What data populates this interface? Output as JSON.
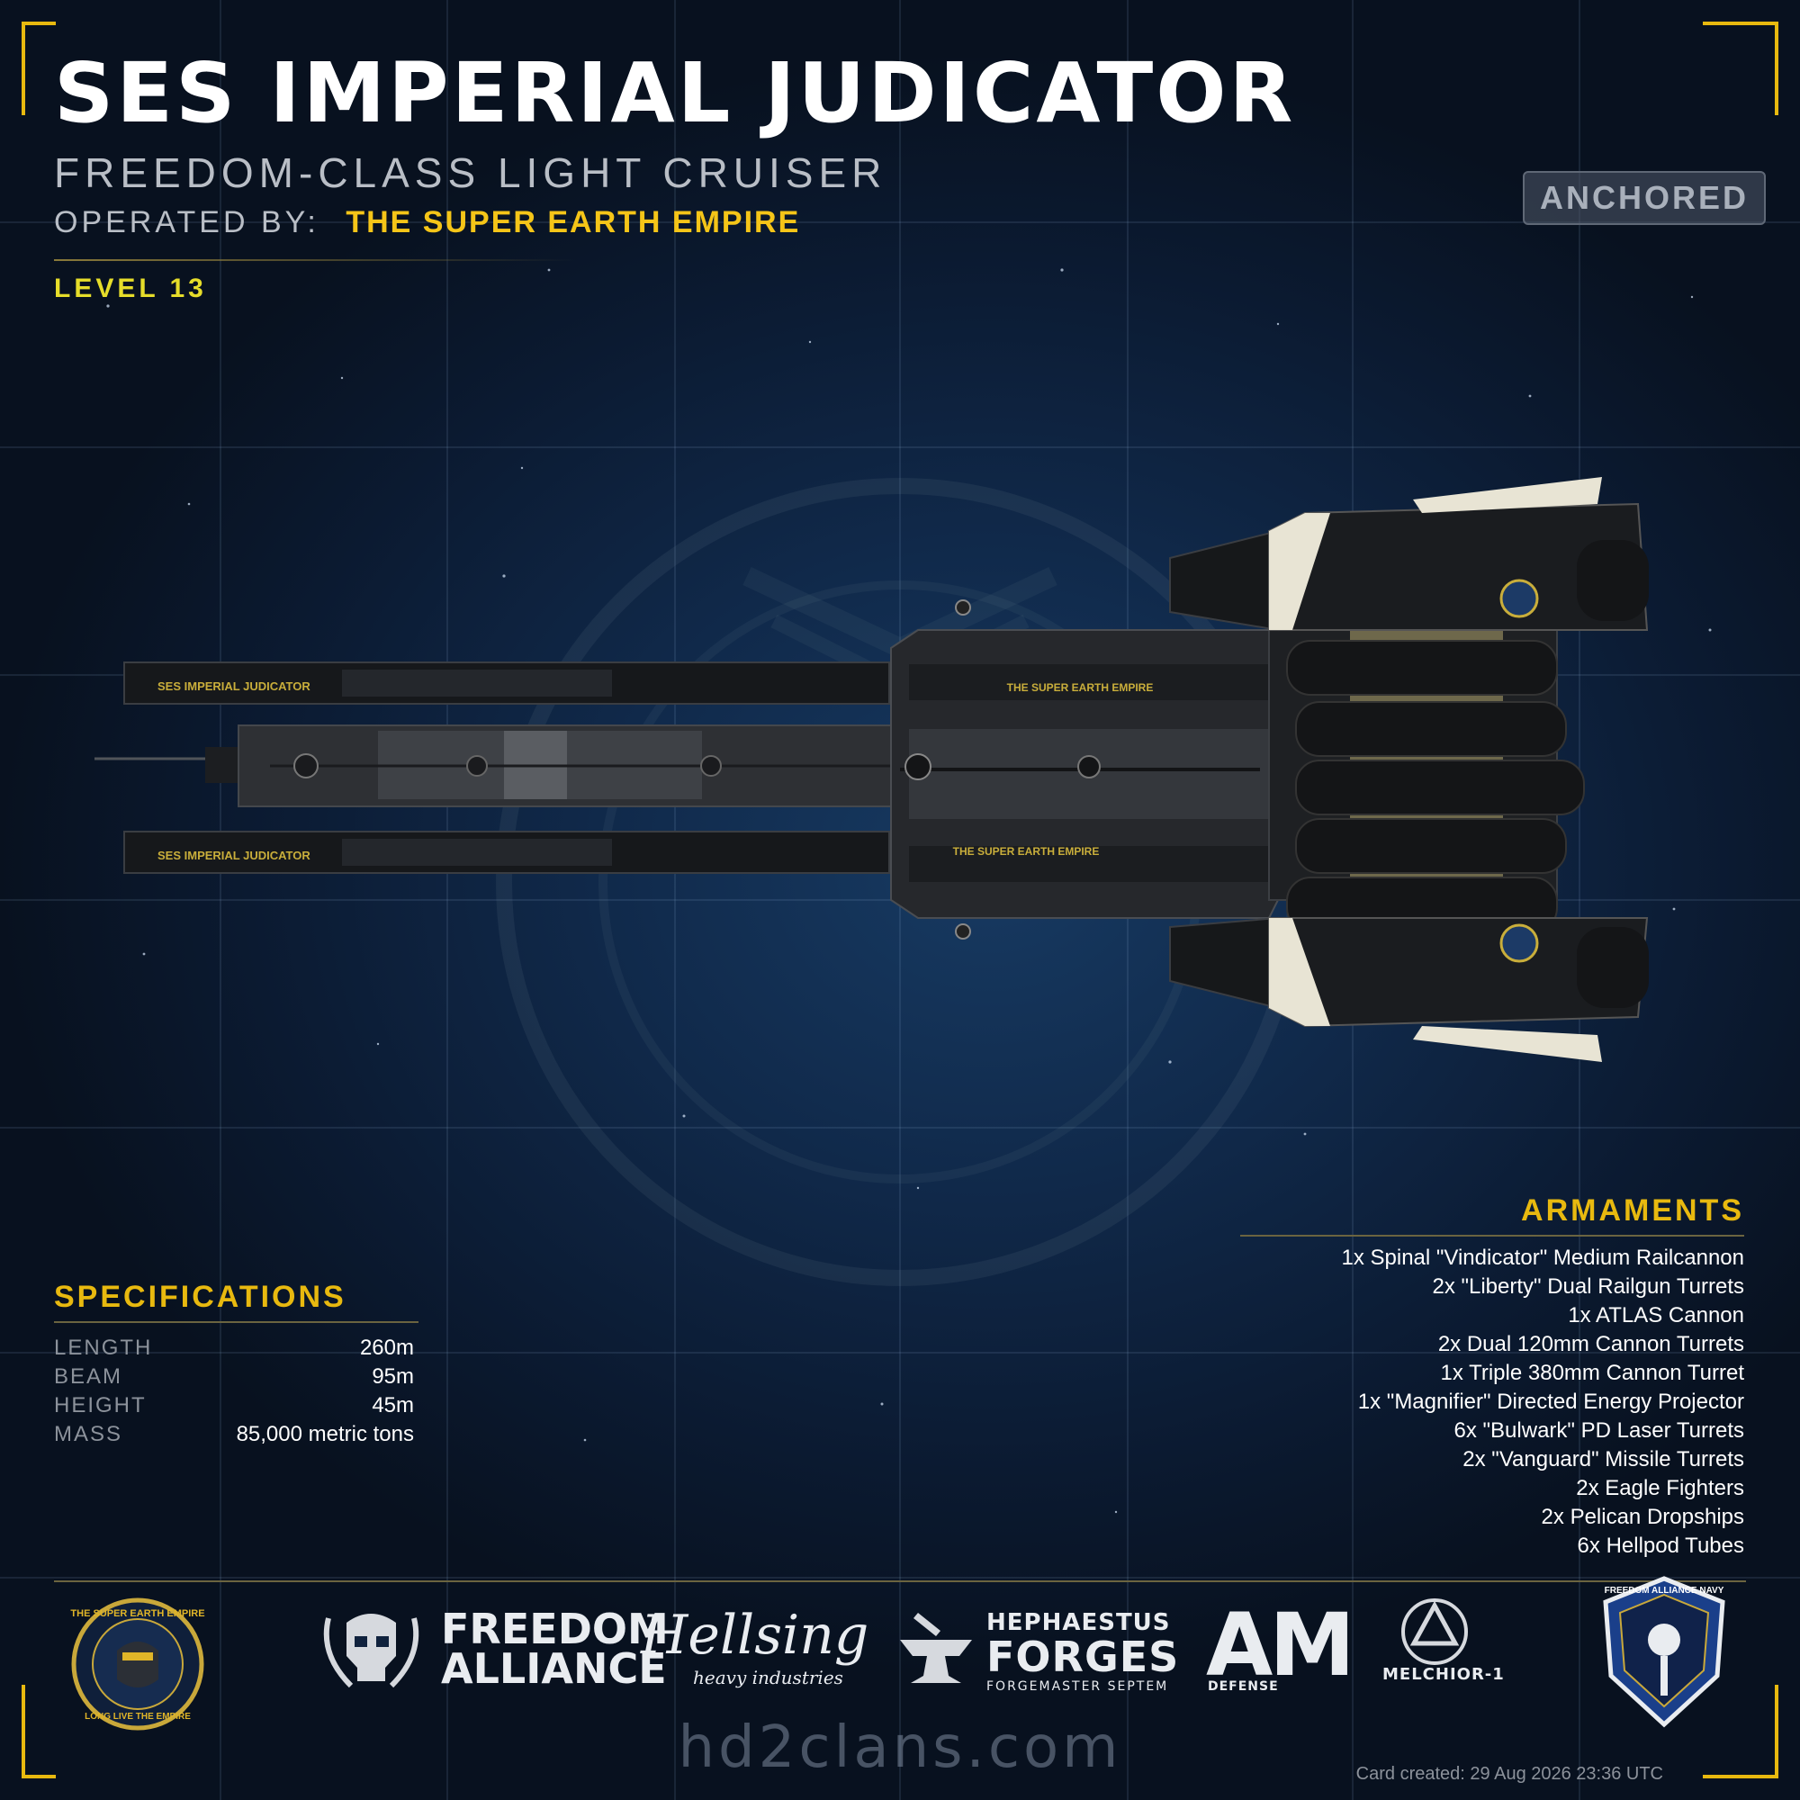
{
  "header": {
    "ship_name": "SES IMPERIAL JUDICATOR",
    "ship_class": "FREEDOM-CLASS LIGHT CRUISER",
    "operated_by_label": "OPERATED BY:",
    "operated_by_value": "THE SUPER EARTH EMPIRE",
    "level": "LEVEL 13",
    "status": "ANCHORED"
  },
  "ship": {
    "boom_label": "SES IMPERIAL JUDICATOR",
    "hull_label": "THE SUPER EARTH EMPIRE"
  },
  "specifications": {
    "heading": "SPECIFICATIONS",
    "rows": [
      {
        "label": "LENGTH",
        "value": "260m"
      },
      {
        "label": "BEAM",
        "value": "95m"
      },
      {
        "label": "HEIGHT",
        "value": "45m"
      },
      {
        "label": "MASS",
        "value": "85,000 metric tons"
      }
    ]
  },
  "armaments": {
    "heading": "ARMAMENTS",
    "items": [
      "1x Spinal \"Vindicator\" Medium Railcannon",
      "2x \"Liberty\" Dual Railgun Turrets",
      "1x ATLAS Cannon",
      "2x Dual 120mm Cannon Turrets",
      "1x Triple 380mm Cannon Turret",
      "1x \"Magnifier\" Directed Energy Projector",
      "6x \"Bulwark\" PD Laser Turrets",
      "2x \"Vanguard\" Missile Turrets",
      "2x Eagle Fighters",
      "2x Pelican Dropships",
      "6x Hellpod Tubes"
    ]
  },
  "footer": {
    "emblem_top": "THE SUPER EARTH EMPIRE",
    "emblem_bottom": "LONG LIVE THE EMPIRE",
    "logos": [
      {
        "line1": "FREEDOM",
        "line2": "ALLIANCE"
      },
      {
        "line1": "Hellsing",
        "line2": "heavy industries"
      },
      {
        "line1": "HEPHAESTUS",
        "line2": "FORGES",
        "line3": "FORGEMASTER SEPTEM"
      },
      {
        "line1": "AM",
        "line2": "DEFENSE"
      },
      {
        "line1": "MELCHIOR-1"
      }
    ],
    "navy_badge": "FREEDOM ALLIANCE NAVY",
    "site": "hd2clans.com",
    "created": "Card created: 29 Aug 2026 23:36 UTC"
  },
  "colors": {
    "accent_gold": "#e8b90f",
    "operator_yellow": "#f5c518",
    "level_yellow": "#e6dd2a",
    "background_navy": "#0f2746"
  }
}
